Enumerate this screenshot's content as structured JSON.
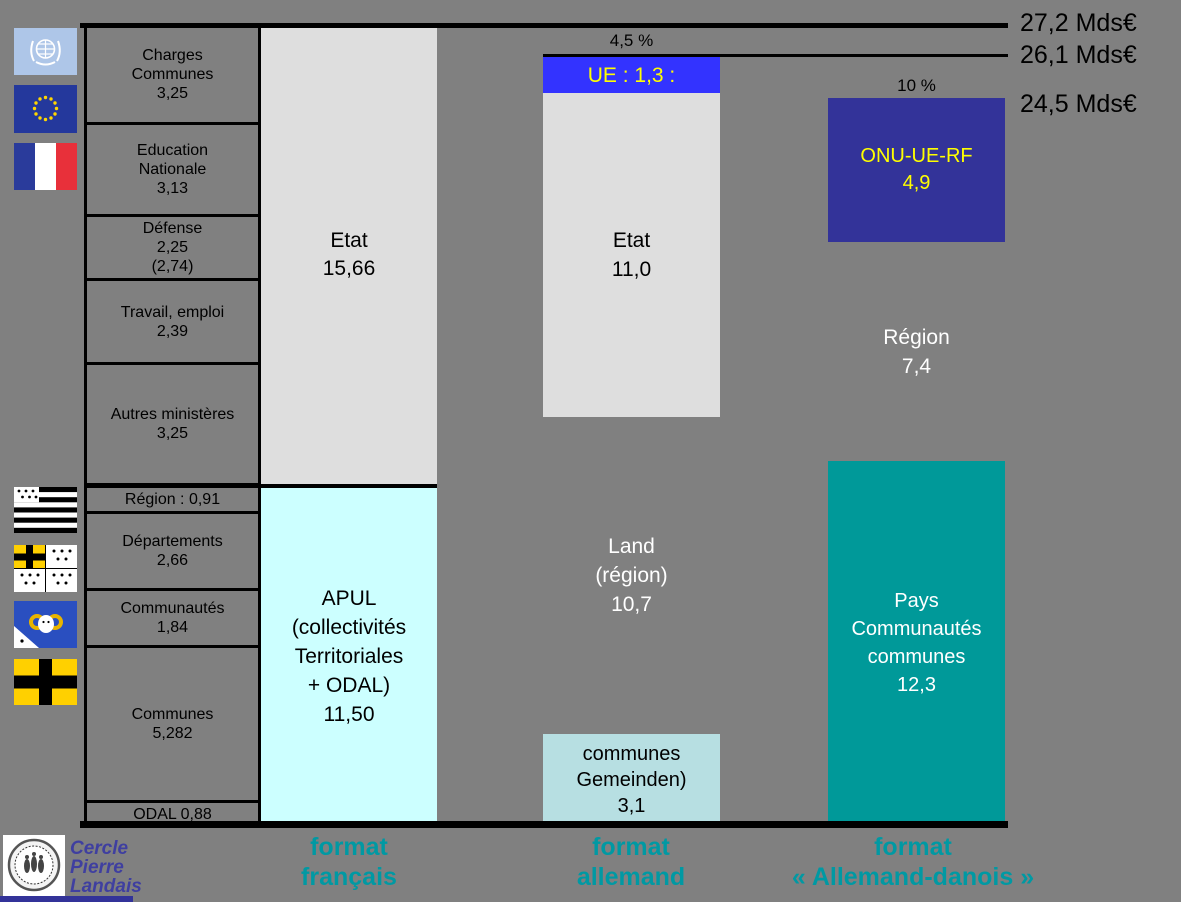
{
  "title_region": {
    "right_labels": [
      "27,2 Mds€",
      "26,1 Mds€",
      "24,5 Mds€"
    ]
  },
  "left_column": {
    "boxes": [
      "Charges\nCommunes\n3,25",
      "Education\nNationale\n3,13",
      "Défense\n2,25\n(2,74)",
      "Travail, emploi\n2,39",
      "Autres ministères\n3,25",
      "Région : 0,91",
      "Départements\n2,66",
      "Communautés\n1,84",
      "Communes\n5,282",
      "ODAL 0,88"
    ]
  },
  "bars": {
    "french": {
      "etat": "Etat\n15,66",
      "apul": "APUL\n(collectivités\nTerritoriales\n+ ODAL)\n11,50"
    },
    "german": {
      "percent": "4,5 %",
      "ue": "UE : 1,3 :",
      "etat": "Etat\n11,0",
      "land": "Land\n(région)\n10,7",
      "communes": "communes\nGemeinden)\n3,1"
    },
    "danish": {
      "percent": "10 %",
      "onu": "ONU-UE-RF\n4,9",
      "region": "Région\n7,4",
      "pays": "Pays\nCommunautés\ncommunes\n12,3"
    }
  },
  "captions": {
    "french": "format\nfrançais",
    "german": "format\nallemand",
    "danish": "format\n« Allemand-danois »"
  },
  "logo": {
    "text": "Cercle\nPierre\nLandais"
  },
  "colors": {
    "background": "#808080",
    "etat_gray": "#dedede",
    "apul_cyan": "#ccffff",
    "ue_blue": "#3333ff",
    "onu_indigo": "#333399",
    "pays_teal": "#009999",
    "communes_pale_teal": "#b7dfe2",
    "caption_teal": "#0099a3",
    "label_yellow": "#ffff00"
  },
  "chart_data": {
    "type": "bar",
    "title": "Comparaison des formats budgétaires (Mds€)",
    "unit": "Mds€",
    "ylim": [
      0,
      27.2
    ],
    "gridlines": [
      {
        "label": "27,2 Mds€",
        "value": 27.2
      },
      {
        "label": "26,1 Mds€",
        "value": 26.1
      },
      {
        "label": "24,5 Mds€",
        "value": 24.5
      }
    ],
    "categories": [
      "format français",
      "format allemand",
      "format « Allemand-danois »"
    ],
    "series": [
      {
        "name": "format français",
        "total": 27.2,
        "segments": [
          {
            "label": "Etat",
            "value": 15.66,
            "color": "#dedede",
            "detail": [
              {
                "label": "Charges Communes",
                "value": 3.25
              },
              {
                "label": "Education Nationale",
                "value": 3.13
              },
              {
                "label": "Défense",
                "value": 2.25,
                "note": "(2,74)"
              },
              {
                "label": "Travail, emploi",
                "value": 2.39
              },
              {
                "label": "Autres ministères",
                "value": 3.25
              }
            ]
          },
          {
            "label": "APUL (collectivités Territoriales + ODAL)",
            "value": 11.5,
            "color": "#ccffff",
            "detail": [
              {
                "label": "Région",
                "value": 0.91
              },
              {
                "label": "Départements",
                "value": 2.66
              },
              {
                "label": "Communautés",
                "value": 1.84
              },
              {
                "label": "Communes",
                "value": 5.282
              },
              {
                "label": "ODAL",
                "value": 0.88
              }
            ]
          }
        ]
      },
      {
        "name": "format allemand",
        "total": 26.1,
        "percent_label": "4,5 %",
        "segments": [
          {
            "label": "UE",
            "value": 1.3,
            "color": "#3333ff"
          },
          {
            "label": "Etat",
            "value": 11.0,
            "color": "#dedede"
          },
          {
            "label": "Land (région)",
            "value": 10.7,
            "color": "transparent"
          },
          {
            "label": "communes Gemeinden)",
            "value": 3.1,
            "color": "#b7dfe2"
          }
        ]
      },
      {
        "name": "format « Allemand-danois »",
        "total": 24.5,
        "percent_label": "10 %",
        "segments": [
          {
            "label": "ONU-UE-RF",
            "value": 4.9,
            "color": "#333399"
          },
          {
            "label": "Région",
            "value": 7.4,
            "color": "transparent"
          },
          {
            "label": "Pays Communautés communes",
            "value": 12.3,
            "color": "#009999"
          }
        ]
      }
    ],
    "legend_position": "none",
    "grid": false
  }
}
